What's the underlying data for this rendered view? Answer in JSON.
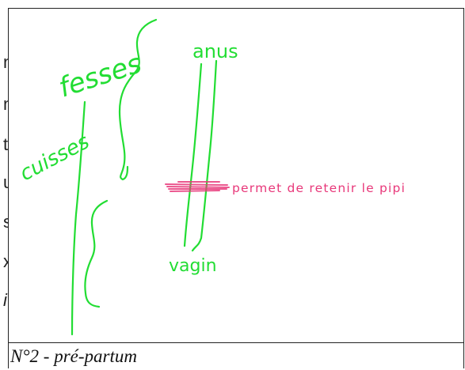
{
  "background_letters": [
    "n",
    "ni",
    "t",
    "u",
    "s",
    "x",
    "i"
  ],
  "diagram": {
    "labels": {
      "fesses": "fesses",
      "anus": "anus",
      "cuisses": "cuisses",
      "vagin": "vagin",
      "note": "permet de retenir le pipi"
    },
    "colors": {
      "green": "#22dd33",
      "red": "#e8387a"
    }
  },
  "caption": "N°2 - pré-partum"
}
